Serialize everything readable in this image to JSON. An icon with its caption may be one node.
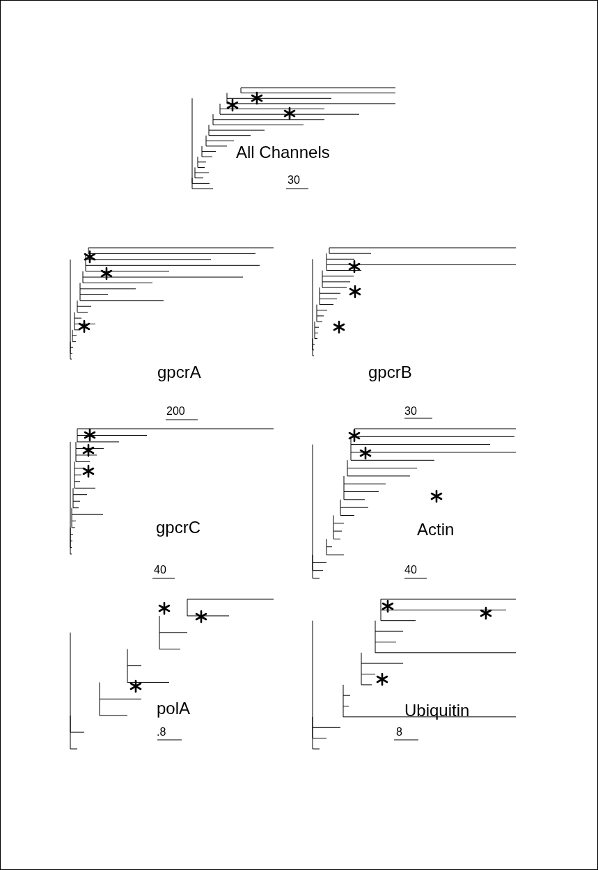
{
  "diagram": {
    "labels": [
      "All Channels",
      "30",
      "gpcrA",
      "200",
      "gpcrB",
      "30",
      "gpcrC",
      "40",
      "Actin",
      "40",
      "polA",
      ".8",
      "Ubiquitin",
      "8"
    ]
  }
}
